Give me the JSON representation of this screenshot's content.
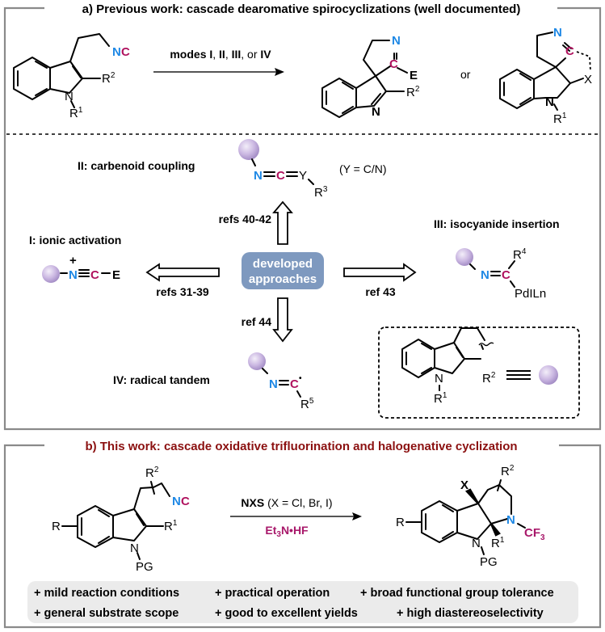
{
  "colors": {
    "nitrogen_blue": "#1e88e5",
    "carbon_magenta": "#b0125e",
    "panel_b_title": "#8b1010",
    "reagent_magenta": "#a8186a",
    "approaches_box": "#7e99bf",
    "features_bg": "#ebebeb",
    "frame_gray": "#8a8a8a"
  },
  "panel_a": {
    "title": "a) Previous work: cascade dearomative spirocyclizations (well documented)",
    "arrow_label": {
      "prefix": "modes ",
      "m1": "I",
      "sep1": ", ",
      "m2": "II",
      "sep2": ", ",
      "m3": "III",
      "sep3": ", or ",
      "m4": "IV"
    },
    "or_label": "or",
    "substrate": {
      "nc_n": "N",
      "nc_c": "C",
      "r2": "R",
      "r2_sup": "2",
      "n": "N",
      "r1": "R",
      "r1_sup": "1"
    },
    "product1": {
      "n_top": "N",
      "c": "C",
      "e": "E",
      "r2": "R",
      "r2_sup": "2",
      "n_bottom": "N"
    },
    "product2": {
      "n_top": "N",
      "c": "C",
      "x": "X",
      "n": "N",
      "r1": "R",
      "r1_sup": "1"
    },
    "center_box": {
      "line1": "developed",
      "line2": "approaches"
    },
    "modes": [
      {
        "id": "I",
        "title": "I: ionic activation",
        "refs": "refs 31-39",
        "structure": {
          "plus": "+",
          "n": "N",
          "c": "C",
          "e": "E"
        }
      },
      {
        "id": "II",
        "title": "II: carbenoid coupling",
        "refs": "refs 40-42",
        "structure": {
          "n": "N",
          "c": "C",
          "y": "Y",
          "r": "R",
          "r_sup": "3"
        },
        "note": "(Y = C/N)"
      },
      {
        "id": "III",
        "title": "III: isocyanide insertion",
        "refs": "ref 43",
        "structure": {
          "n": "N",
          "c": "C",
          "r": "R",
          "r_sup": "4",
          "pd": "PdILn"
        }
      },
      {
        "id": "IV",
        "title": "IV: radical tandem",
        "refs": "ref 44",
        "structure": {
          "n": "N",
          "c": "C",
          "dot": "•",
          "r": "R",
          "r_sup": "5"
        }
      }
    ],
    "legend": {
      "r2": "R",
      "r2_sup": "2",
      "n": "N",
      "r1": "R",
      "r1_sup": "1",
      "equiv": "≡"
    }
  },
  "panel_b": {
    "title": "b) This work: cascade oxidative trifluorination and halogenative cyclization",
    "substrate": {
      "r": "R",
      "r2": "R",
      "r2_sup": "2",
      "nc_n": "N",
      "nc_c": "C",
      "r1": "R",
      "r1_sup": "1",
      "n": "N",
      "pg": "PG"
    },
    "reagent_top": {
      "bold": "NXS",
      "rest": " (X = Cl, Br, I)"
    },
    "reagent_bottom": {
      "a": "Et",
      "sub": "3",
      "b": "N•HF"
    },
    "product": {
      "x": "X",
      "r": "R",
      "r2": "R",
      "r2_sup": "2",
      "n_ring": "N",
      "cf3": "CF",
      "cf3_sub": "3",
      "r1": "R",
      "r1_sup": "1",
      "n": "N",
      "pg": "PG"
    },
    "features": [
      "+ mild reaction conditions",
      "+ practical operation",
      "+ broad functional group tolerance",
      "+ general substrate scope",
      "+ good to excellent yields",
      "+ high diastereoselectivity"
    ]
  }
}
